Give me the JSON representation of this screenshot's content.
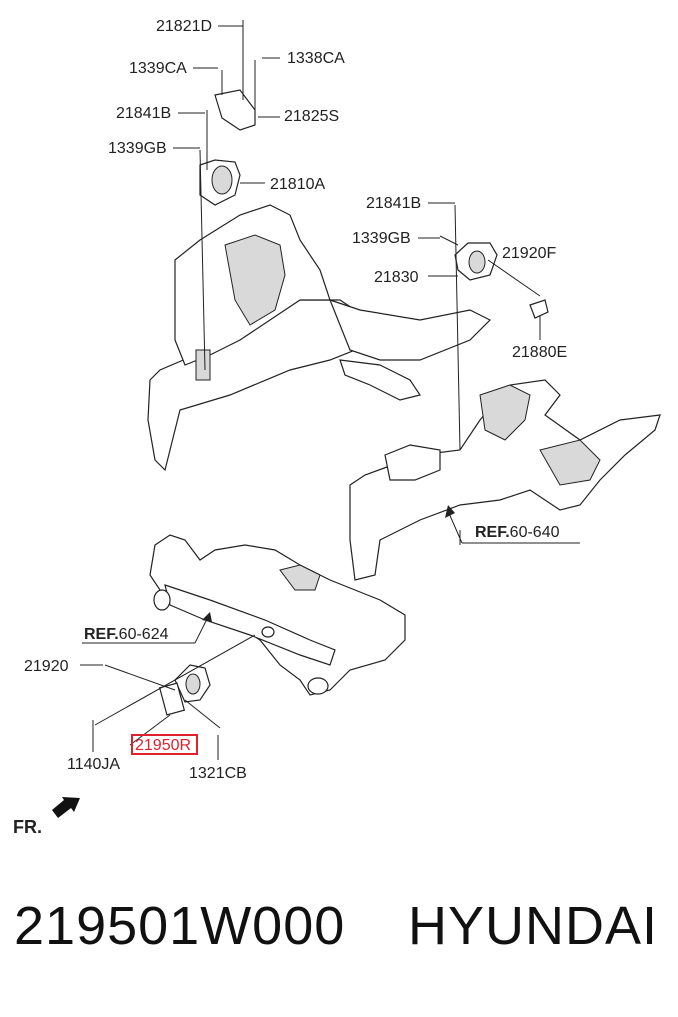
{
  "diagram": {
    "labels": {
      "p21821D": "21821D",
      "p1338CA": "1338CA",
      "p1339CA": "1339CA",
      "p21841B_top": "21841B",
      "p21825S": "21825S",
      "p1339GB_top": "1339GB",
      "p21810A": "21810A",
      "p21841B_right": "21841B",
      "p1339GB_right": "1339GB",
      "p21920F": "21920F",
      "p21830": "21830",
      "p21880E": "21880E",
      "p21920": "21920",
      "p21950R": "21950R",
      "p1140JA": "1140JA",
      "p1321CB": "1321CB"
    },
    "refs": {
      "ref_640_prefix": "REF.",
      "ref_640_num": "60-640",
      "ref_624_prefix": "REF.",
      "ref_624_num": "60-624"
    },
    "front_label": "FR.",
    "highlight_color": "#e0212b",
    "highlighted_part": "21950R"
  },
  "footer": {
    "part_number": "219501W000",
    "brand": "HYUNDAI"
  }
}
